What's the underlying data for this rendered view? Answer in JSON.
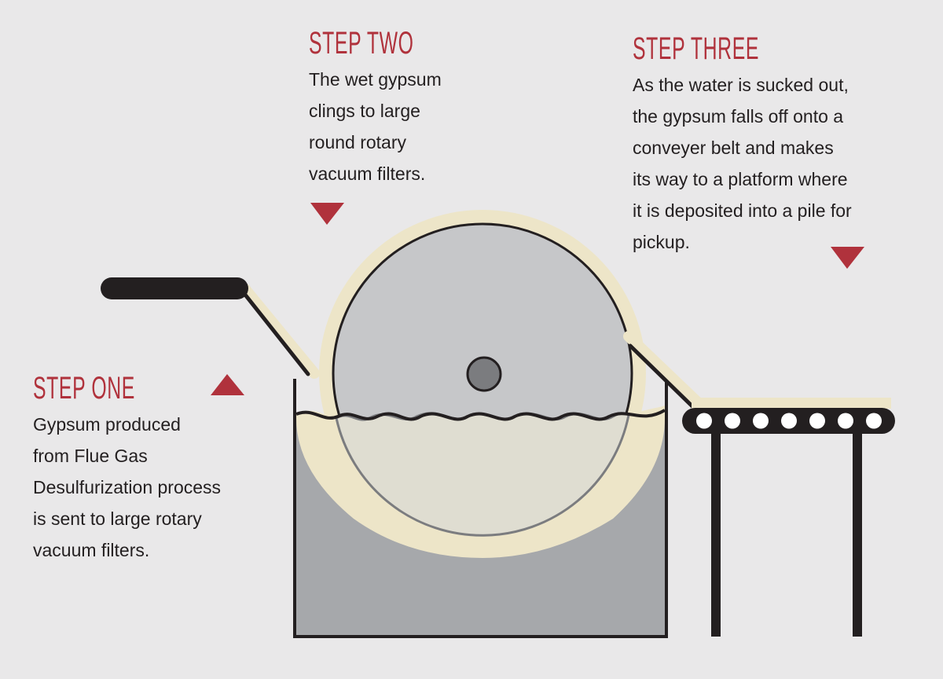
{
  "steps": [
    {
      "title": "STEP ONE",
      "lines": [
        "Gypsum produced",
        "from Flue Gas",
        "Desulfurization process",
        "is sent to large rotary",
        "vacuum filters."
      ],
      "arrow": "up"
    },
    {
      "title": "STEP TWO",
      "lines": [
        "The wet gypsum",
        "clings to large",
        "round rotary",
        "vacuum filters."
      ],
      "arrow": "down"
    },
    {
      "title": "STEP THREE",
      "lines": [
        "As the water is sucked out,",
        "the gypsum falls off onto a",
        "conveyer belt and makes",
        "its way to a platform where",
        "it is deposited into a pile for",
        "pickup."
      ],
      "arrow": "down"
    }
  ],
  "colors": {
    "background": "#e9e8e9",
    "accent_red": "#b0323c",
    "gypsum_cream": "#ede5c8",
    "drum_gray": "#c6c7c9",
    "tank_gray": "#a6a8ab",
    "slurry": "#dfddd1",
    "hub_gray": "#7b7c7f",
    "outline": "#231f20"
  }
}
